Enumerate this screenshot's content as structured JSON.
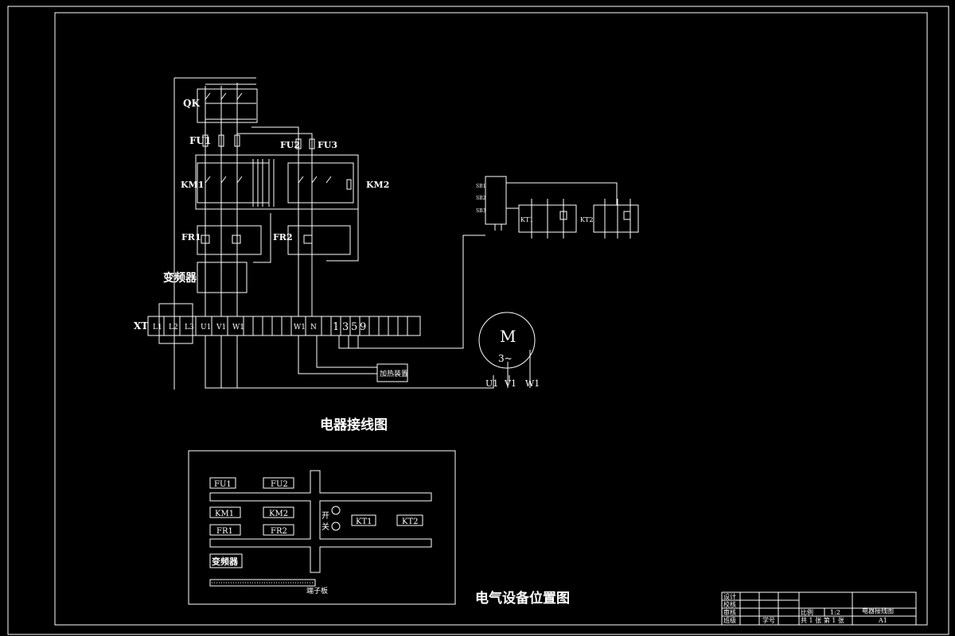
{
  "titles": {
    "wiring_diagram": "电器接线图",
    "layout_diagram": "电气设备位置图"
  },
  "components": {
    "qk": "QK",
    "fu1": "FU1",
    "fu2": "FU2",
    "fu3": "FU3",
    "km1": "KM1",
    "km2": "KM2",
    "fr1": "FR1",
    "fr2": "FR2",
    "inverter": "变频器",
    "terminal_block_label": "XT",
    "heater": "加热装置",
    "kt1": "KT1",
    "kt2": "KT2",
    "sb1": "SB1",
    "sb2": "SB2",
    "sb3": "SB3"
  },
  "motor": {
    "symbol": "M",
    "phase": "3~",
    "terminals": [
      "U1",
      "V1",
      "W1"
    ]
  },
  "terminals": [
    "L1",
    "L2",
    "L3",
    "U1",
    "V1",
    "W1",
    "W1",
    "N",
    "1",
    "3",
    "5",
    "9"
  ],
  "layout": {
    "fu1": "FU1",
    "fu2": "FU2",
    "km1": "KM1",
    "km2": "KM2",
    "fr1": "FR1",
    "fr2": "FR2",
    "switch_top": "开",
    "switch_bottom": "关",
    "kt1": "KT1",
    "kt2": "KT2",
    "inverter": "变频器",
    "terminal_strip": "端子板"
  },
  "title_block": {
    "design": "设计",
    "check": "校核",
    "review": "审核",
    "class": "班级",
    "student_no": "学号",
    "scale_label": "比例",
    "scale_value": "1:2",
    "drawing_name": "电器接线图",
    "sheets": "共 1 张 第 1 张",
    "size": "A1"
  }
}
